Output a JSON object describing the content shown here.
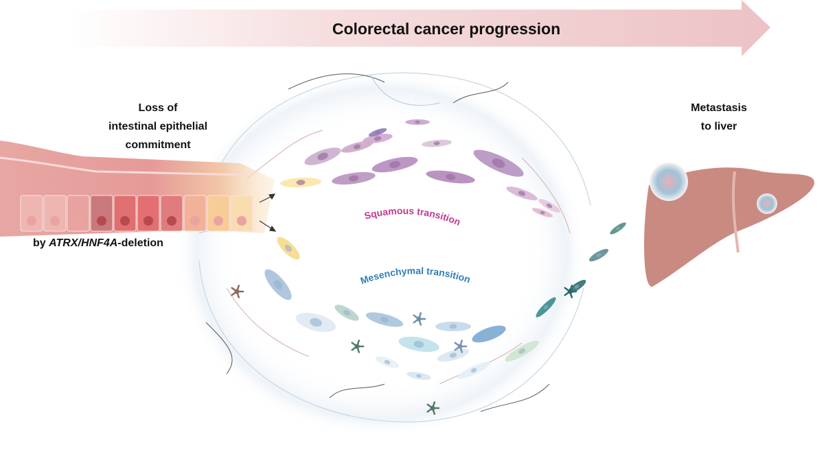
{
  "title": "Colorectal cancer progression",
  "left_label": {
    "line1": "Loss of",
    "line2": "intestinal epithelial commitment",
    "prefix": "by ",
    "genes": "ATRX/HNF4A",
    "suffix": "-deletion"
  },
  "right_label": {
    "line1": "Metastasis",
    "line2": "to liver"
  },
  "squamous_label": "Squamous transition",
  "mesenchymal_label": "Mesenchymal transition",
  "colors": {
    "arrow_band": "#eec9cb",
    "squamous_text": "#c2398f",
    "mesenchymal_text": "#2f7fb7",
    "liver": "#c98a82",
    "epithelium": "#e8a9a6"
  }
}
